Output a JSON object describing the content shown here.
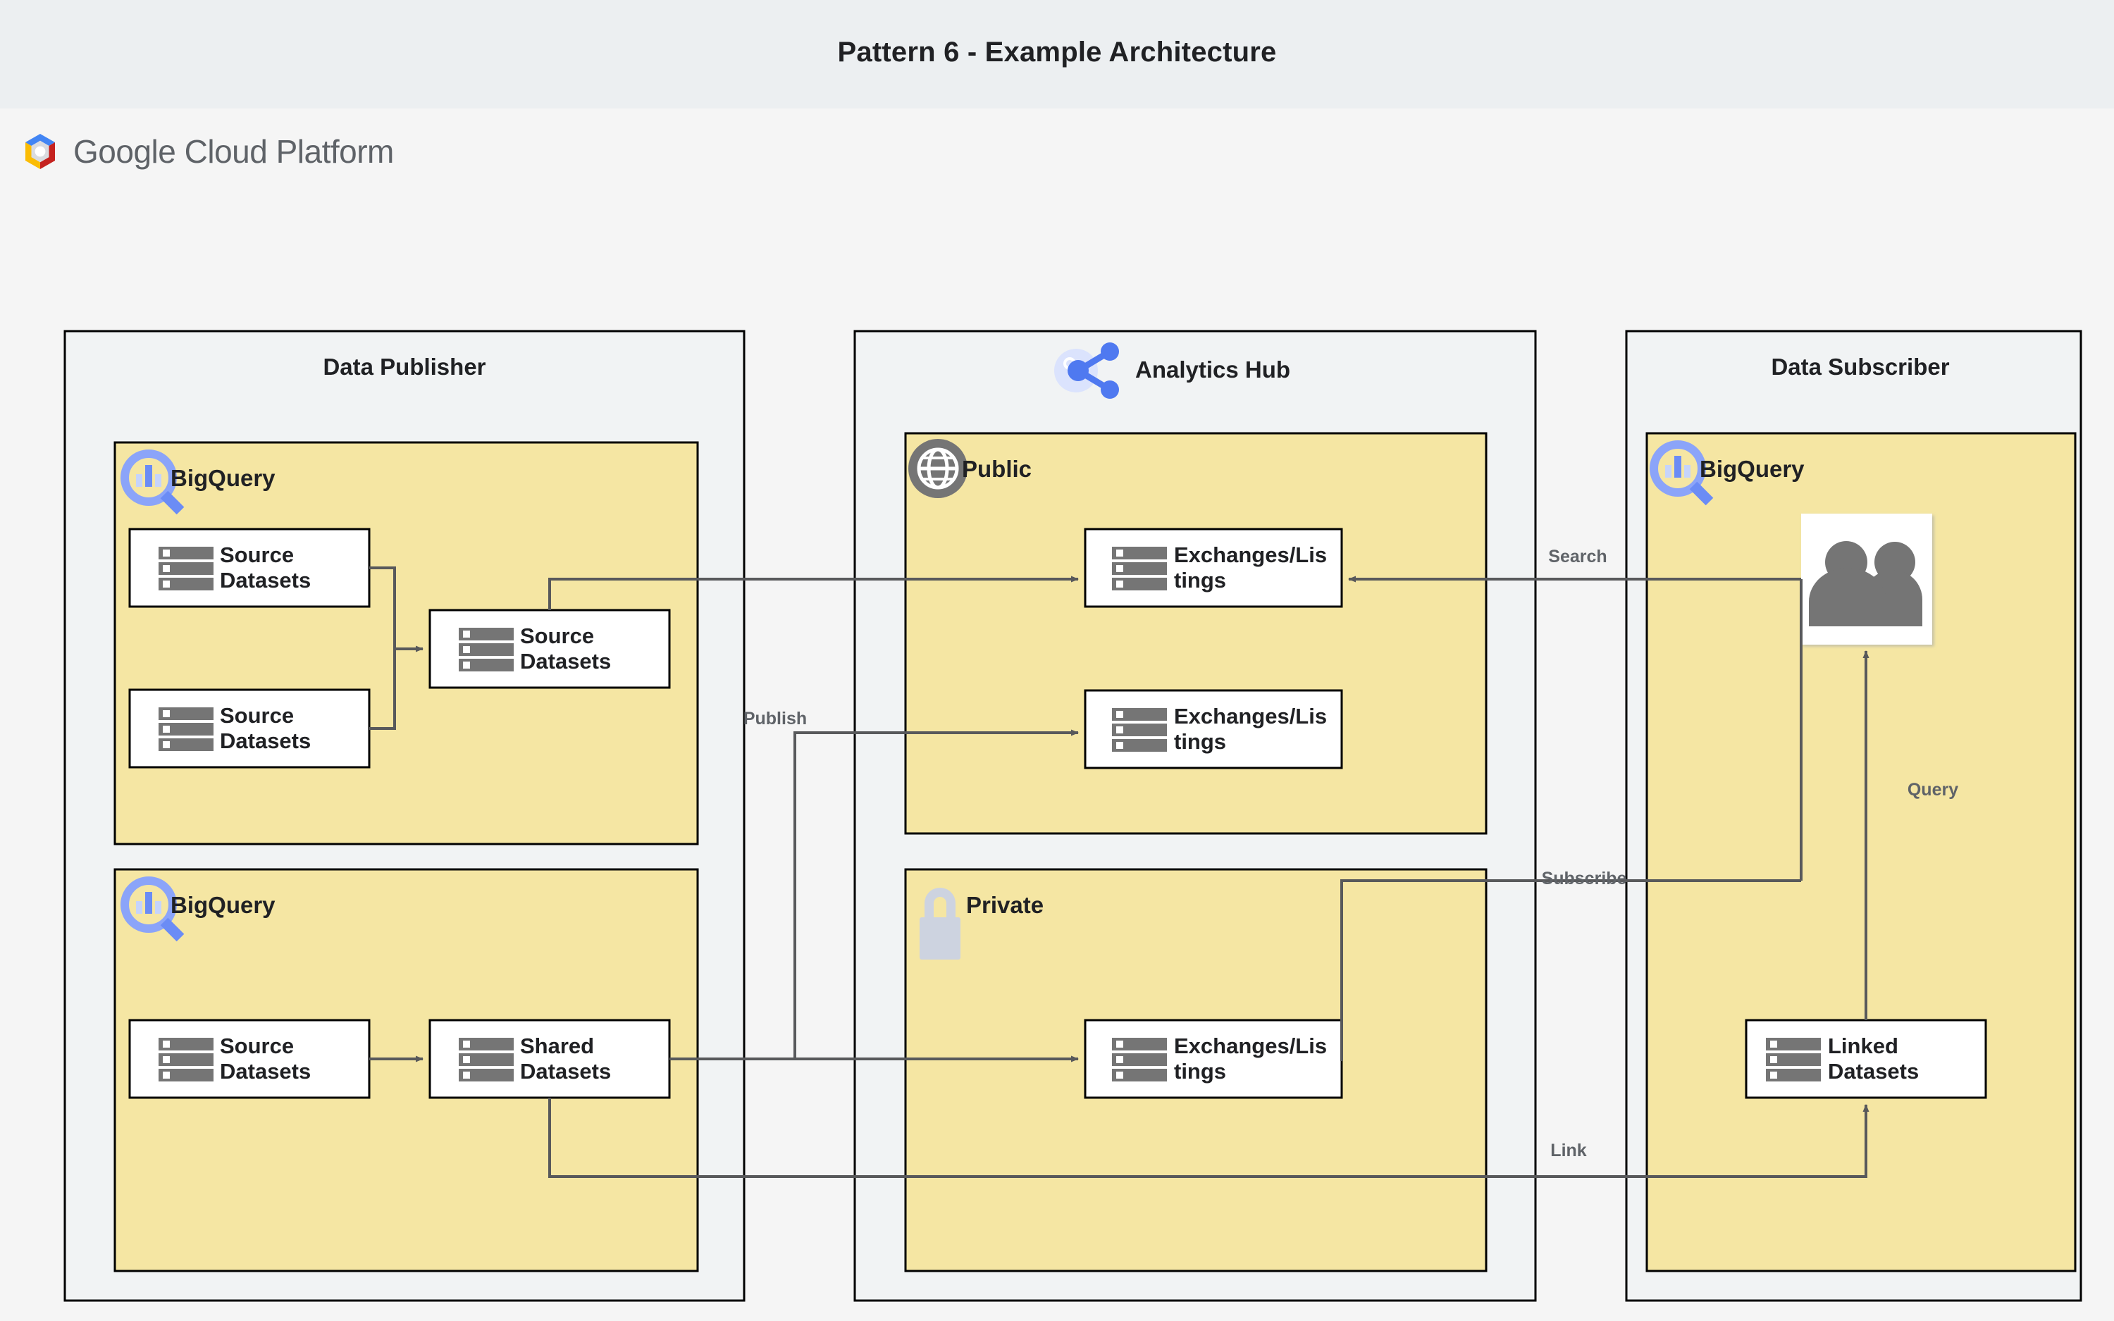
{
  "page": {
    "title": "Pattern 6 - Example Architecture",
    "platform_brand": "Google",
    "platform_name": "Cloud Platform",
    "bg_color": "#eceff1",
    "canvas_color": "#f5f5f5",
    "zone_fill": "#f1f3f4",
    "service_fill": "#f5e6a3",
    "node_fill": "#ffffff",
    "stroke_color": "#000000",
    "edge_color": "#58595b",
    "icon_gray": "#757575",
    "icon_blue": "#8ba4f9"
  },
  "zones": [
    {
      "id": "data-publisher",
      "label": "Data Publisher",
      "icon": null,
      "services": [
        {
          "id": "publisher-bigquery-top",
          "label": "BigQuery",
          "icon": "bigquery-icon",
          "nodes": [
            {
              "id": "src-ds-1",
              "line1": "Source",
              "line2": "Datasets",
              "icon": "datasets-icon"
            },
            {
              "id": "src-ds-2",
              "line1": "Source",
              "line2": "Datasets",
              "icon": "datasets-icon"
            },
            {
              "id": "src-ds-3",
              "line1": "Source",
              "line2": "Datasets",
              "icon": "datasets-icon"
            }
          ]
        },
        {
          "id": "publisher-bigquery-bottom",
          "label": "BigQuery",
          "icon": "bigquery-icon",
          "nodes": [
            {
              "id": "src-ds-4",
              "line1": "Source",
              "line2": "Datasets",
              "icon": "datasets-icon"
            },
            {
              "id": "shared-ds-1",
              "line1": "Shared",
              "line2": "Datasets",
              "icon": "datasets-icon"
            }
          ]
        }
      ]
    },
    {
      "id": "analytics-hub",
      "label": "Analytics Hub",
      "icon": "analytics-hub-icon",
      "services": [
        {
          "id": "public-exchange",
          "label": "Public",
          "icon": "globe-icon",
          "nodes": [
            {
              "id": "ex-list-1",
              "line1": "Exchanges/Lis",
              "line2": "tings",
              "icon": "datasets-icon"
            },
            {
              "id": "ex-list-2",
              "line1": "Exchanges/Lis",
              "line2": "tings",
              "icon": "datasets-icon"
            }
          ]
        },
        {
          "id": "private-exchange",
          "label": "Private",
          "icon": "lock-icon",
          "nodes": [
            {
              "id": "ex-list-3",
              "line1": "Exchanges/Lis",
              "line2": "tings",
              "icon": "datasets-icon"
            }
          ]
        }
      ]
    },
    {
      "id": "data-subscriber",
      "label": "Data Subscriber",
      "icon": null,
      "services": [
        {
          "id": "subscriber-bigquery",
          "label": "BigQuery",
          "icon": "bigquery-icon",
          "nodes": [
            {
              "id": "users-node",
              "line1": "",
              "line2": "",
              "icon": "users-icon"
            },
            {
              "id": "linked-ds-1",
              "line1": "Linked",
              "line2": "Datasets",
              "icon": "datasets-icon"
            }
          ]
        }
      ]
    }
  ],
  "edge_labels": {
    "publish": "Publish",
    "search": "Search",
    "subscribe": "Subscribe",
    "query": "Query",
    "link": "Link"
  }
}
